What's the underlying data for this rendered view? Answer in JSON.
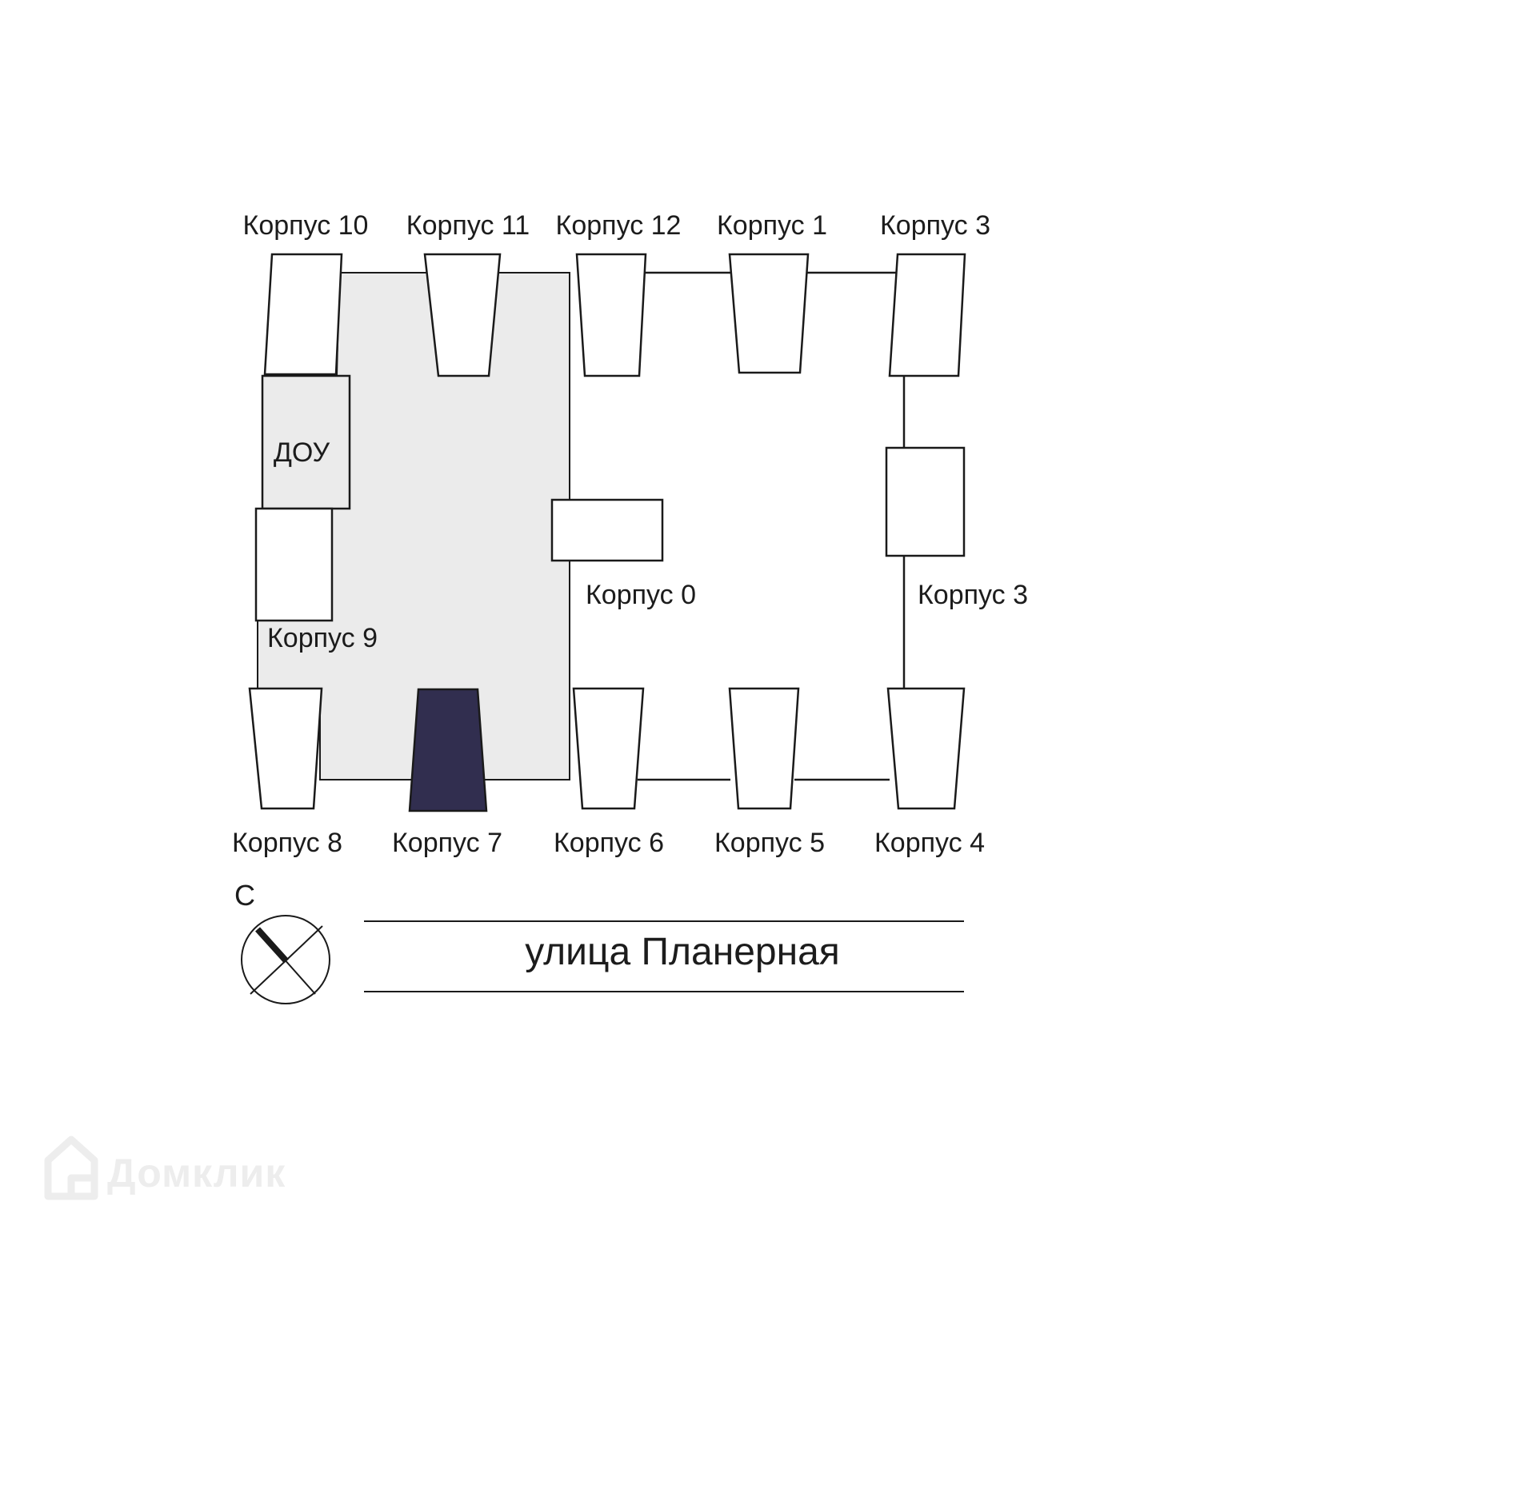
{
  "site_plan": {
    "top_row": [
      {
        "label": "Корпус 10"
      },
      {
        "label": "Корпус 11"
      },
      {
        "label": "Корпус 12"
      },
      {
        "label": "Корпус 1"
      },
      {
        "label": "Корпус 3"
      }
    ],
    "middle": {
      "daycare": {
        "label": "ДОУ"
      },
      "korpus9": {
        "label": "Корпус 9"
      },
      "korpus0": {
        "label": "Корпус 0"
      },
      "korpus3_right": {
        "label": "Корпус 3"
      }
    },
    "bottom_row": [
      {
        "label": "Корпус 8",
        "highlighted": false
      },
      {
        "label": "Корпус 7",
        "highlighted": true
      },
      {
        "label": "Корпус 6",
        "highlighted": false
      },
      {
        "label": "Корпус 5",
        "highlighted": false
      },
      {
        "label": "Корпус 4",
        "highlighted": false
      }
    ],
    "street": {
      "name": "улица Планерная"
    },
    "compass": {
      "north_label": "С"
    },
    "watermark": {
      "brand": "Домклик",
      "icon": "house-logo-icon"
    },
    "colors": {
      "background": "#ffffff",
      "courtyard_fill": "#ebebeb",
      "building_fill": "#ffffff",
      "highlight_fill": "#312e4f",
      "outline": "#1a1a1a",
      "watermark": "#ededed"
    }
  }
}
